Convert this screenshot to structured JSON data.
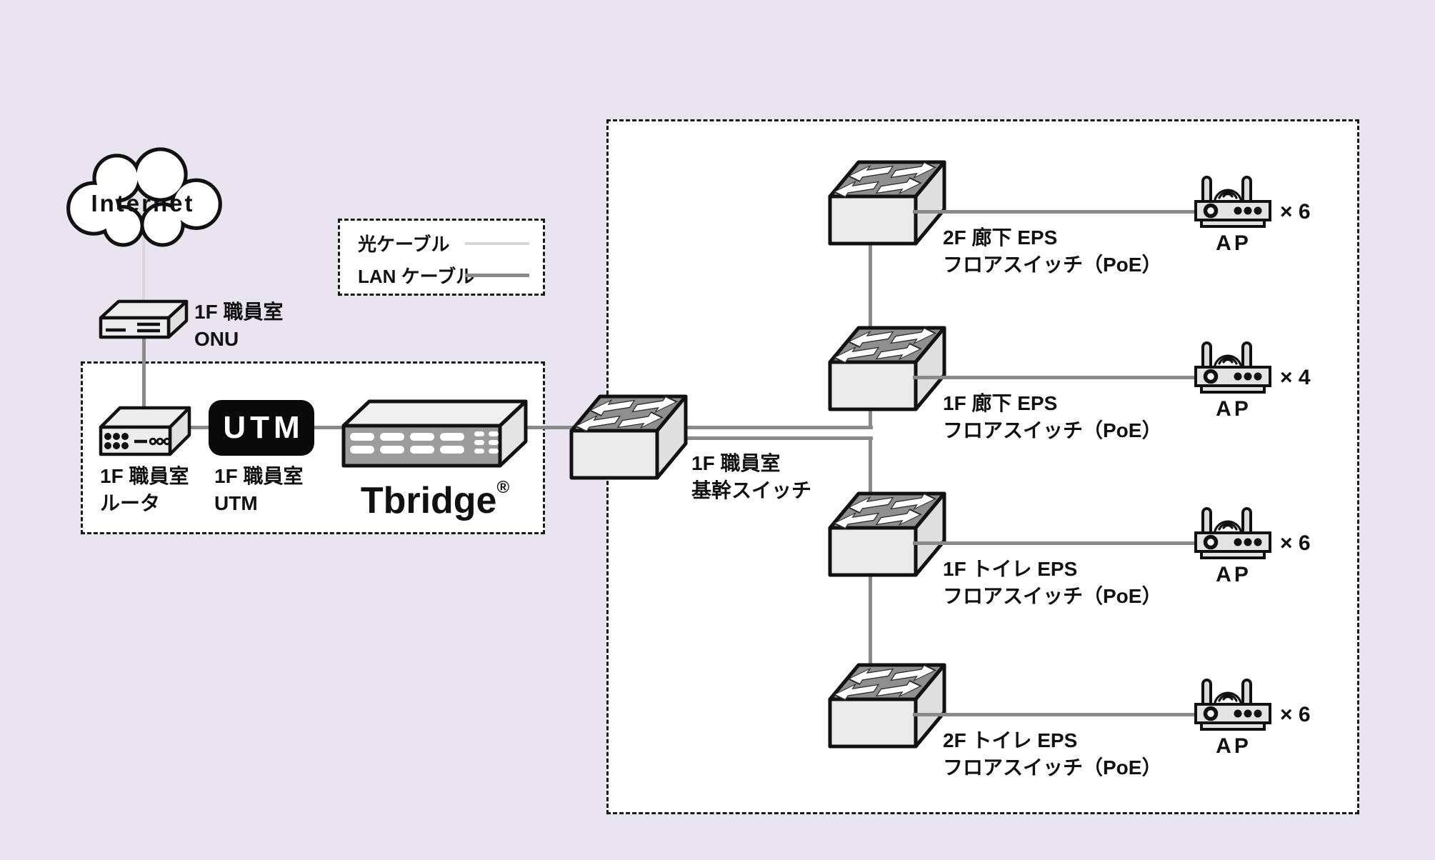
{
  "colors": {
    "background": "#E8E4F0",
    "lan_cable": "#8A8A8A",
    "optical_cable": "#D8D8D8",
    "utm_badge": "#0A0A0A",
    "switch_top": "#8F8F8F"
  },
  "internet": {
    "label": "Internet"
  },
  "legend": {
    "items": [
      {
        "label": "光ケーブル",
        "type": "optical"
      },
      {
        "label": "LAN ケーブル",
        "type": "lan"
      }
    ]
  },
  "onu": {
    "label_line1": "1F 職員室",
    "label_line2": "ONU"
  },
  "router": {
    "label_line1": "1F 職員室",
    "label_line2": "ルータ"
  },
  "utm": {
    "badge": "UTM",
    "label_line1": "1F 職員室",
    "label_line2": "UTM"
  },
  "tbridge": {
    "name": "Tbridge",
    "reg": "®"
  },
  "core_switch": {
    "label_line1": "1F 職員室",
    "label_line2": "基幹スイッチ"
  },
  "floor_switches": [
    {
      "label_line1": "2F 廊下 EPS",
      "label_line2": "フロアスイッチ（PoE）",
      "ap_label": "AP",
      "ap_count": "× 6"
    },
    {
      "label_line1": "1F 廊下 EPS",
      "label_line2": "フロアスイッチ（PoE）",
      "ap_label": "AP",
      "ap_count": "× 4"
    },
    {
      "label_line1": "1F トイレ EPS",
      "label_line2": "フロアスイッチ（PoE）",
      "ap_label": "AP",
      "ap_count": "× 6"
    },
    {
      "label_line1": "2F トイレ EPS",
      "label_line2": "フロアスイッチ（PoE）",
      "ap_label": "AP",
      "ap_count": "× 6"
    }
  ]
}
